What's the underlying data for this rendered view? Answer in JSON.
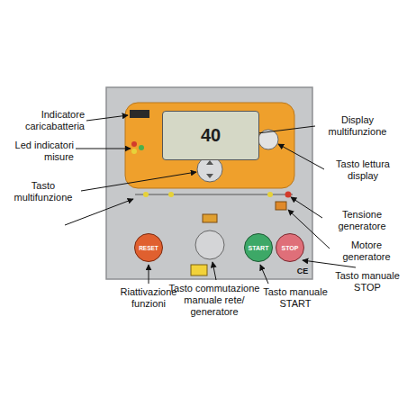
{
  "diagram": {
    "nodes": [
      {
        "text": [
          "40"
        ]
      },
      {
        "text": [
          "RESET"
        ]
      },
      {
        "text": [
          "START"
        ]
      },
      {
        "text": [
          "STOP"
        ]
      }
    ],
    "labels": [
      "Indicatore caricabatteria",
      "Led indicatori misure",
      "Tasto multifunzione",
      "Display multifunzione",
      "Tasto lettura display",
      "Tensione generatore",
      "Motore generatore",
      "Tasto manuale STOP",
      "Riattivazione funzioni",
      "Tasto commutazione manuale rete/ generatore",
      "Tasto manuale START",
      "CE"
    ]
  }
}
